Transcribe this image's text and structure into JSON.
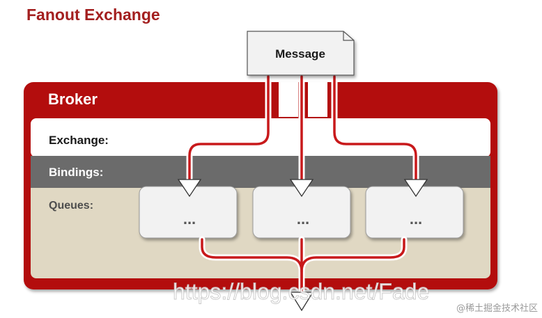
{
  "title": "Fanout Exchange",
  "message_label": "Message",
  "broker_label": "Broker",
  "rows": {
    "exchange": "Exchange:",
    "bindings": "Bindings:",
    "queues": "Queues:"
  },
  "queues": [
    "...",
    "...",
    "..."
  ],
  "watermark_url": "https://blog.csdn.net/Fade",
  "watermark_brand": "@稀土掘金技术社区",
  "colors": {
    "accent": "#b30c0c",
    "title": "#a31f1f",
    "bindings_band": "#6b6b6b",
    "queues_band": "#e0d8c3",
    "queue_box": "#f2f2f2"
  }
}
